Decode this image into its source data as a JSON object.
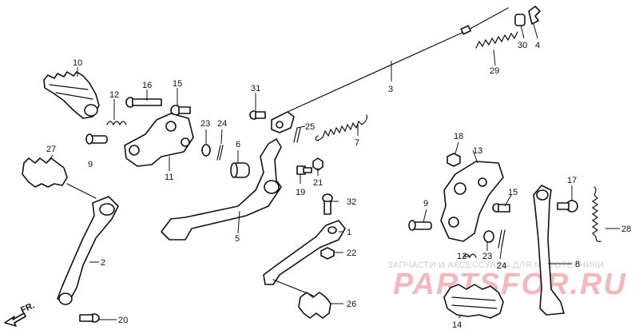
{
  "callouts": [
    {
      "id": "1",
      "text": "1"
    },
    {
      "id": "2",
      "text": "2"
    },
    {
      "id": "3",
      "text": "3"
    },
    {
      "id": "4",
      "text": "4"
    },
    {
      "id": "5",
      "text": "5"
    },
    {
      "id": "6",
      "text": "6"
    },
    {
      "id": "7",
      "text": "7"
    },
    {
      "id": "8",
      "text": "8"
    },
    {
      "id": "9a",
      "text": "9"
    },
    {
      "id": "9b",
      "text": "9"
    },
    {
      "id": "10",
      "text": "10"
    },
    {
      "id": "11",
      "text": "11"
    },
    {
      "id": "12a",
      "text": "12"
    },
    {
      "id": "12b",
      "text": "12"
    },
    {
      "id": "13",
      "text": "13"
    },
    {
      "id": "14",
      "text": "14"
    },
    {
      "id": "15a",
      "text": "15"
    },
    {
      "id": "15b",
      "text": "15"
    },
    {
      "id": "16",
      "text": "16"
    },
    {
      "id": "17",
      "text": "17"
    },
    {
      "id": "18",
      "text": "18"
    },
    {
      "id": "19",
      "text": "19"
    },
    {
      "id": "20",
      "text": "20"
    },
    {
      "id": "21",
      "text": "21"
    },
    {
      "id": "22",
      "text": "22"
    },
    {
      "id": "23a",
      "text": "23"
    },
    {
      "id": "23b",
      "text": "23"
    },
    {
      "id": "24a",
      "text": "24"
    },
    {
      "id": "24b",
      "text": "24"
    },
    {
      "id": "25",
      "text": "25"
    },
    {
      "id": "26",
      "text": "26"
    },
    {
      "id": "27",
      "text": "27"
    },
    {
      "id": "28",
      "text": "28"
    },
    {
      "id": "29",
      "text": "29"
    },
    {
      "id": "30",
      "text": "30"
    },
    {
      "id": "31",
      "text": "31"
    },
    {
      "id": "32",
      "text": "32"
    }
  ],
  "direction_marker": "FR.",
  "watermark": {
    "caption": "ЗАПЧАСТИ И АКСЕССУАРЫ ДЛЯ МОТОТЕХНИКИ",
    "logo_text": "PARTSFOR.RU",
    "logo_color": "#f2b8bd"
  }
}
